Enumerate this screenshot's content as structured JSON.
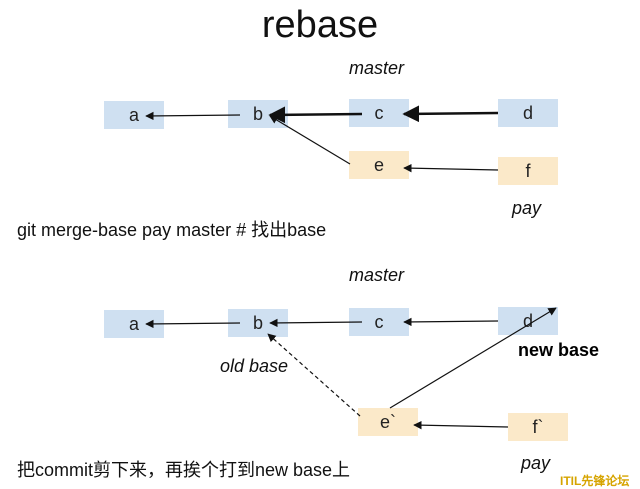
{
  "title": "rebase",
  "top": {
    "branch_master": "master",
    "branch_pay": "pay",
    "nodes": {
      "a": "a",
      "b": "b",
      "c": "c",
      "d": "d",
      "e": "e",
      "f": "f"
    }
  },
  "caption1": "git merge-base pay master # 找出base",
  "bottom": {
    "branch_master": "master",
    "branch_pay": "pay",
    "old_base": "old base",
    "new_base": "new base",
    "nodes": {
      "a": "a",
      "b": "b",
      "c": "c",
      "d": "d",
      "e": "e`",
      "f": "f`"
    }
  },
  "caption2": "把commit剪下来，再挨个打到new base上",
  "watermark": "ITIL先锋论坛",
  "colors": {
    "main_commit": "#cfe0f1",
    "branch_commit": "#fbe9c9",
    "arrow": "#111111"
  }
}
